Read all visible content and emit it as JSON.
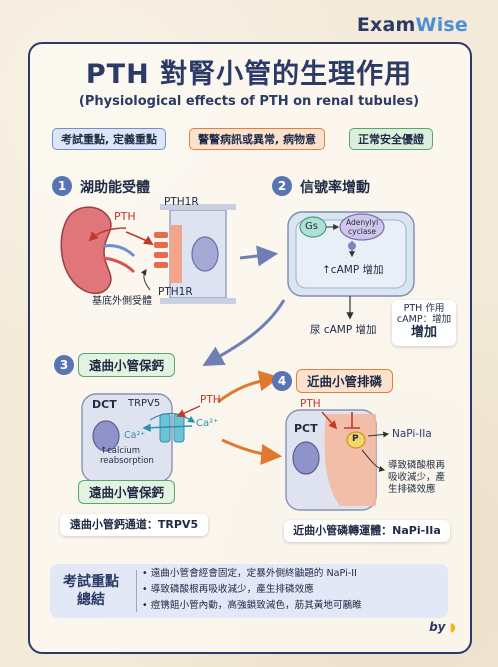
{
  "brand": {
    "name_main": "Exam",
    "name_accent": "Wise"
  },
  "title": {
    "main": "PTH 對腎小管的生理作用",
    "sub": "(Physiological effects of PTH on renal tubules)"
  },
  "legend": [
    {
      "label": "考試重點, 定義重點",
      "color": "#6f8fcf"
    },
    {
      "label": "警警病訊或異常, 病物意",
      "color": "#e57e3a"
    },
    {
      "label": "正常安全優證",
      "color": "#5aa56e"
    }
  ],
  "step1": {
    "number": "1",
    "title": "湖助能受體",
    "pth": "PTH",
    "receptor_top": "PTH1R",
    "receptor_bottom": "PTH1R",
    "basolateral": "基底外側受體"
  },
  "step2": {
    "number": "2",
    "title": "信號率增動",
    "gs": "Gs",
    "enzyme_line1": "Adenylyl",
    "enzyme_line2": "cyclase",
    "camp_up": "↑cAMP 增加",
    "urine_camp": "尿 cAMP 增加",
    "note_line1": "PTH 作用",
    "note_line2": "cAMP：增加",
    "note_line3": "增加"
  },
  "step3": {
    "number": "3",
    "title": "遠曲小管保鈣",
    "dct": "DCT",
    "trpv5": "TRPV5",
    "ca_in": "Ca²⁺",
    "ca_out": "Ca²⁺",
    "pth": "PTH",
    "calcium_line1": "↑calcium",
    "calcium_line2": "reabsorption",
    "tag": "遠曲小管保鈣",
    "channel_note": "遠曲小管鈣通道：TRPV5"
  },
  "step4": {
    "number": "4",
    "title": "近曲小管排磷",
    "pth": "PTH",
    "pct": "PCT",
    "p": "P",
    "napi": "NaPi-IIa",
    "effect_line1": "導致磷酸根再",
    "effect_line2": "吸收減少，產",
    "effect_line3": "生排磷效應",
    "transporter_note": "近曲小管磷轉運體：NaPi-IIa"
  },
  "summary": {
    "title_line1": "考試重點",
    "title_line2": "總結",
    "items": [
      "遠曲小管會經會固定，定暴外側終鼬題的 NaPi-II",
      "導致磷酸根再吸收減少，產生排磷效應",
      "痘镌飷小管內動，高強鎖致減色，荕其黃地可鷵睢"
    ]
  },
  "byline": "by"
}
